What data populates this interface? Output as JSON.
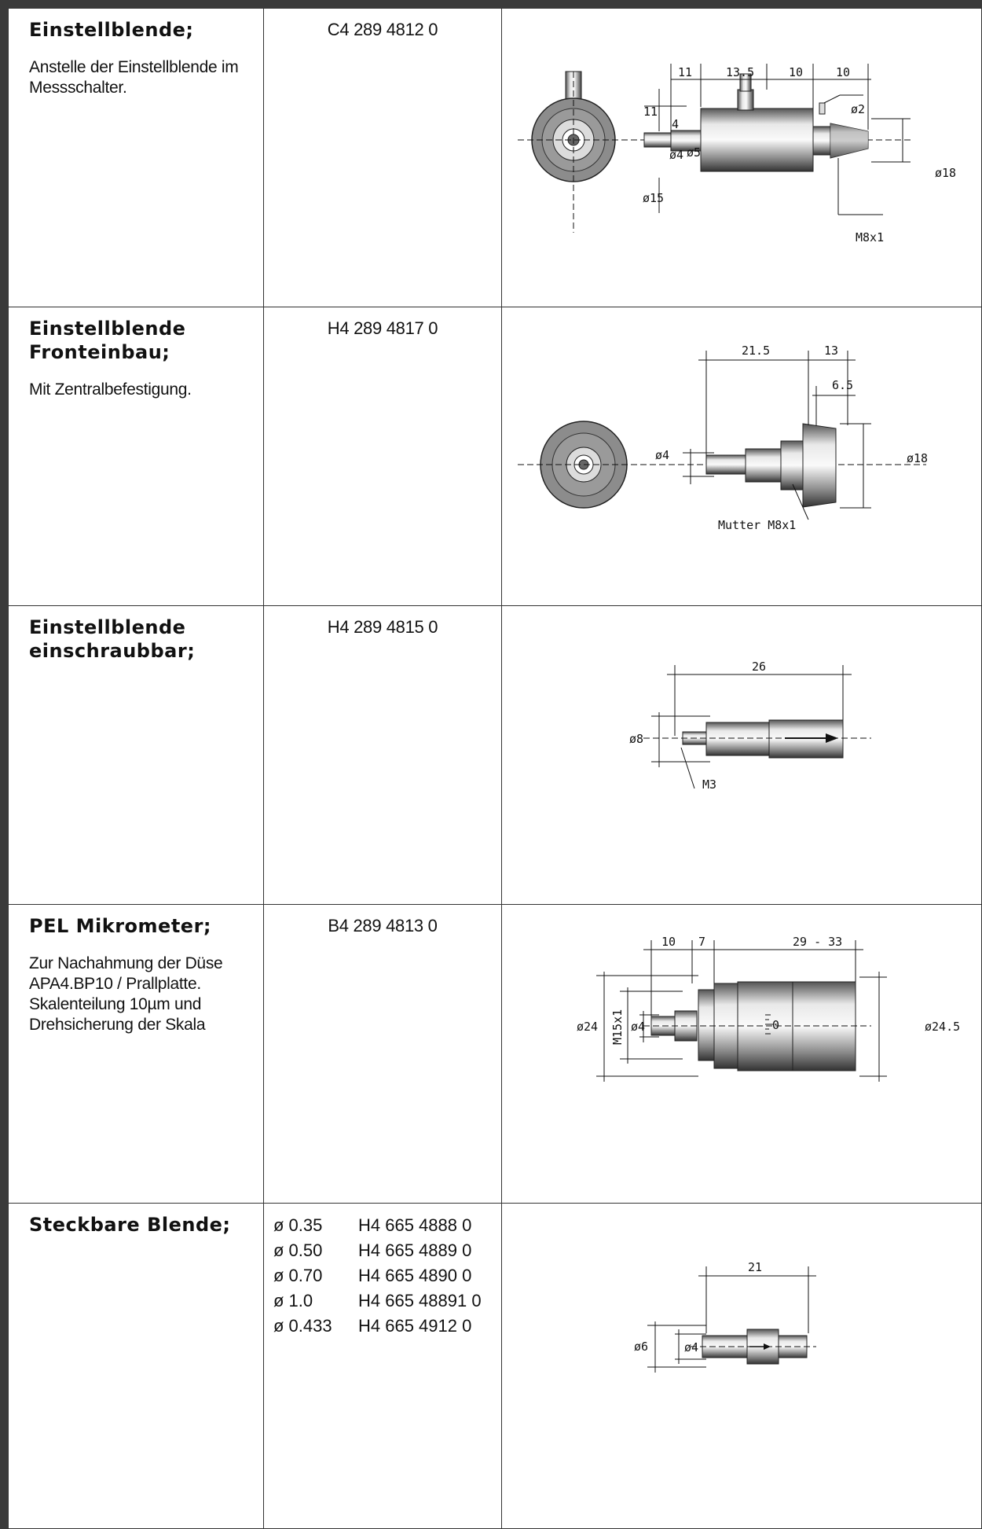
{
  "rows": [
    {
      "title": "Einstellblende;",
      "description": "Anstelle der Einstellblende im Messschalter.",
      "code": "C4 289 4812 0",
      "dims": {
        "d1": "11",
        "d2": "13.5",
        "d3": "10",
        "d4": "10",
        "d5": "11",
        "d6": "4",
        "d7": "ø4",
        "d8": "ø5",
        "d9": "ø2",
        "d10": "ø18",
        "d11": "ø15",
        "d12": "M8x1"
      }
    },
    {
      "title": "Einstellblende Fronteinbau;",
      "description": "Mit Zentralbefestigung.",
      "code": "H4 289 4817 0",
      "dims": {
        "d1": "21.5",
        "d2": "13",
        "d3": "6.5",
        "d4": "ø4",
        "d5": "ø18",
        "d6": "Mutter M8x1"
      }
    },
    {
      "title": "Einstellblende einschraubbar;",
      "description": "",
      "code": "H4 289 4815 0",
      "dims": {
        "d1": "26",
        "d2": "ø8",
        "d3": "M3"
      }
    },
    {
      "title": "PEL Mikrometer;",
      "description": "Zur Nachahmung der Düse APA4.BP10 / Prallplatte. Skalenteilung 10µm und Drehsicherung der Skala",
      "code": "B4 289 4813 0",
      "dims": {
        "d1": "10",
        "d2": "7",
        "d3": "29 - 33",
        "d4": "ø24",
        "d5": "M15x1",
        "d6": "ø4",
        "d7": "ø24.5",
        "d8": "0"
      }
    },
    {
      "title": "Steckbare Blende;",
      "description": "",
      "variants": [
        {
          "diameter": "ø 0.35",
          "code": "H4 665 4888 0"
        },
        {
          "diameter": "ø 0.50",
          "code": "H4 665 4889 0"
        },
        {
          "diameter": "ø 0.70",
          "code": "H4 665 4890 0"
        },
        {
          "diameter": "ø 1.0",
          "code": "H4 665 48891 0"
        },
        {
          "diameter": "ø 0.433",
          "code": "H4 665 4912 0"
        }
      ],
      "dims": {
        "d1": "21",
        "d2": "ø6",
        "d3": "ø4"
      }
    }
  ]
}
